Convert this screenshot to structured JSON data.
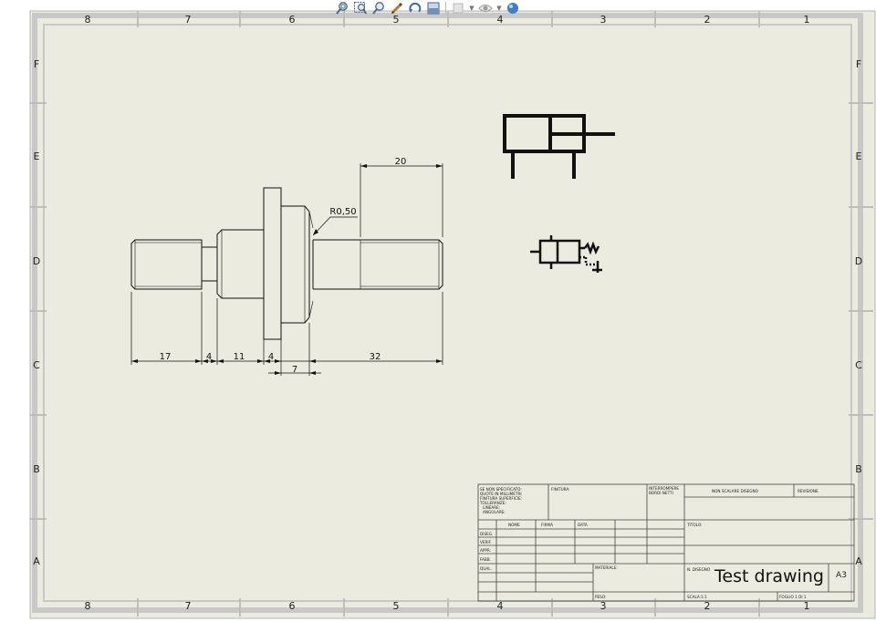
{
  "sheet": {
    "columns_top": [
      "8",
      "7",
      "6",
      "5",
      "4",
      "3",
      "2",
      "1"
    ],
    "columns_bottom": [
      "8",
      "7",
      "6",
      "5",
      "4",
      "3",
      "2",
      "1"
    ],
    "rows_left": [
      "F",
      "E",
      "D",
      "C",
      "B",
      "A"
    ],
    "rows_right": [
      "F",
      "E",
      "D",
      "C",
      "B",
      "A"
    ],
    "colors": {
      "paper": "#ebebdf",
      "frame": "#c9c9c9",
      "line": "#111111"
    }
  },
  "toolbar": {
    "icons": [
      "zoom-to-fit-icon",
      "zoom-area-icon",
      "zoom-in-out-icon",
      "sketch-pencil-icon",
      "rotate-view-icon",
      "section-view-icon",
      "display-style-icon",
      "hide-show-icon",
      "appearance-icon"
    ]
  },
  "dimensions": {
    "d20": "20",
    "radius": "R0,50",
    "d17": "17",
    "d4a": "4",
    "d11": "11",
    "d4b": "4",
    "d7": "7",
    "d32": "32"
  },
  "title_block": {
    "notes": [
      "SE NON SPECIFICATO:",
      "QUOTE IN MILLIMETRI",
      "FINITURA SUPERFICIE:",
      "TOLLERANZE:",
      "LINEARE:",
      "ANGOLARE:"
    ],
    "finish": "FINITURA:",
    "edges_l1": "INTERROMPERE",
    "edges_l2": "BORDI NETTI",
    "no_scale": "NON SCALARE DISEGNO",
    "revision": "REVISIONE",
    "col_name": "NOME",
    "col_sign": "FIRMA",
    "col_date": "DATA",
    "title_label": "TITOLO:",
    "rows": [
      "DISEG.",
      "VERIF.",
      "APPR.",
      "FABB.",
      "QUAL."
    ],
    "material": "MATERIALE:",
    "dwg_no": "N. DISEGNO",
    "drawing_title": "Test drawing",
    "size": "A3",
    "weight": "PESO:",
    "scale": "SCALA:1:1",
    "sheet": "FOGLIO 1 DI 1"
  }
}
